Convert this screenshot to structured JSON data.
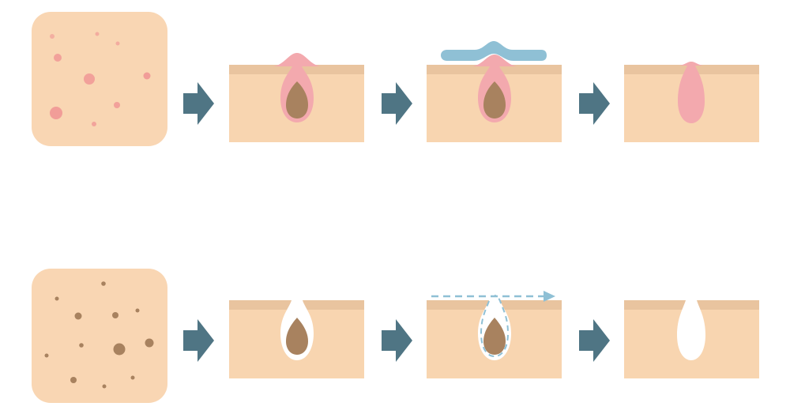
{
  "colors": {
    "skin": "#f8d5b0",
    "skin_top": "#e9c49f",
    "swatch": "#f9d6b3",
    "arrow": "#4f7584",
    "sebum": "#a8825f",
    "pink": "#f3a9ae",
    "pink_spot": "#ef8f91",
    "brown_dot": "#a8825f",
    "strip": "#8fc0d5",
    "dash": "#8fc0d5"
  },
  "rows": [
    {
      "name": "acne-sequence",
      "steps": [
        "skin-with-red-spots",
        "inflamed-clogged-pore",
        "pore-strip-applied",
        "reduced-inflammation"
      ]
    },
    {
      "name": "blackhead-sequence",
      "steps": [
        "skin-with-dark-spots",
        "open-clogged-pore",
        "sebum-being-extracted",
        "clean-empty-pore"
      ]
    }
  ]
}
